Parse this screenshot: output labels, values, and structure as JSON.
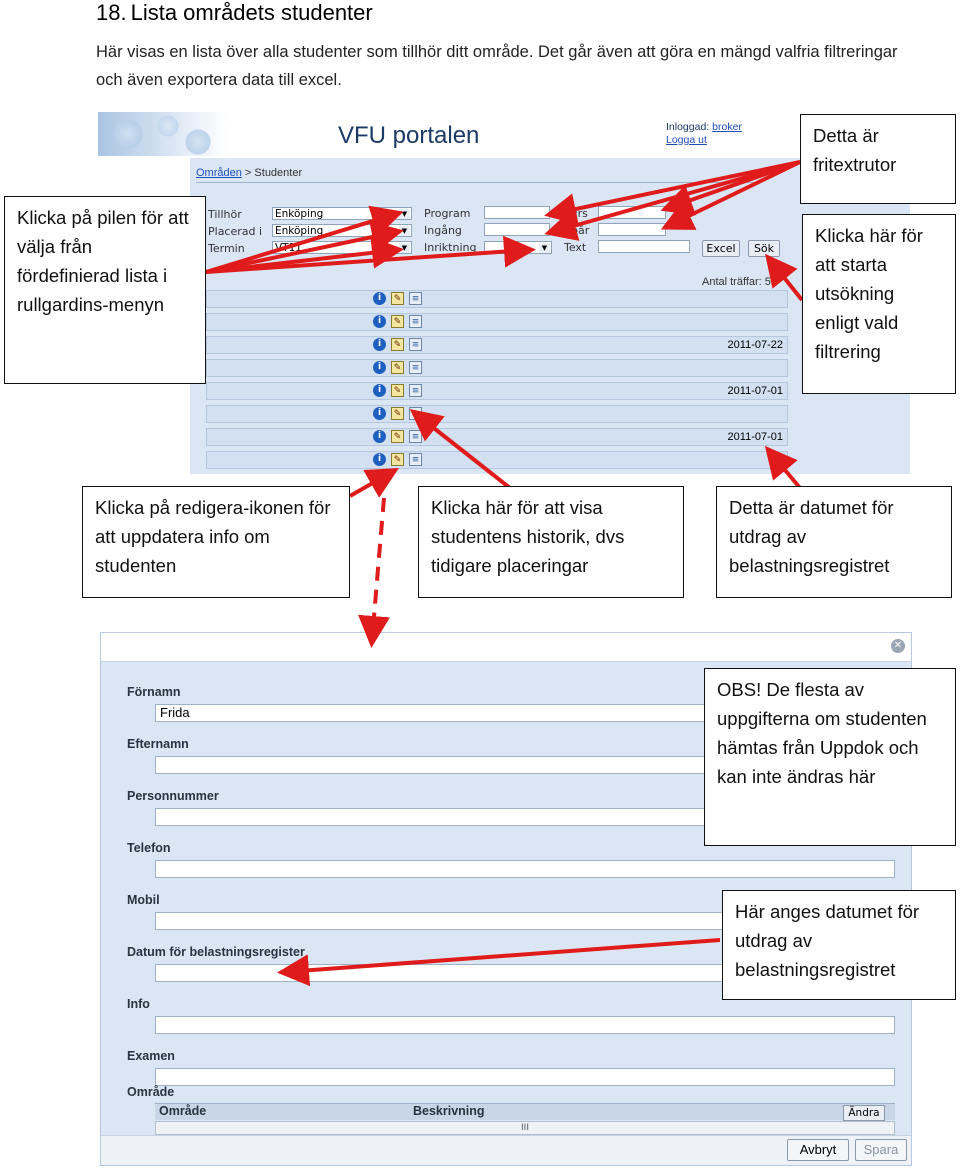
{
  "heading": {
    "number": "18.",
    "title": "Lista områdets studenter"
  },
  "intro": "Här visas en lista över alla studenter som tillhör ditt område. Det går även att göra en mängd valfria filtreringar och även exportera data till excel.",
  "list_screen": {
    "app_title": "VFU portalen",
    "logged_in_label": "Inloggad:",
    "logged_in_user": "broker",
    "logout": "Logga ut",
    "breadcrumb_link": "Områden",
    "breadcrumb_sep": ">",
    "breadcrumb_current": "Studenter",
    "filters": {
      "tillhor_label": "Tillhör",
      "tillhor_value": "Enköping",
      "placerad_label": "Placerad i",
      "placerad_value": "Enköping",
      "termin_label": "Termin",
      "termin_value": "VT11",
      "program_label": "Program",
      "ingang_label": "Ingång",
      "inriktning_label": "Inriktning",
      "kurs_label": "Kurs",
      "spar_label": "Spår",
      "text_label": "Text",
      "excel_button": "Excel",
      "sok_button": "Sök"
    },
    "hit_count_label": "Antal träffar: 57",
    "rows": [
      {
        "date": ""
      },
      {
        "date": ""
      },
      {
        "date": "2011-07-22"
      },
      {
        "date": ""
      },
      {
        "date": "2011-07-01"
      },
      {
        "date": ""
      },
      {
        "date": "2011-07-01"
      },
      {
        "date": ""
      }
    ]
  },
  "form_screen": {
    "fields": [
      {
        "label": "Förnamn",
        "value": "Frida"
      },
      {
        "label": "Efternamn",
        "value": ""
      },
      {
        "label": "Personnummer",
        "value": ""
      },
      {
        "label": "Telefon",
        "value": ""
      },
      {
        "label": "Mobil",
        "value": ""
      },
      {
        "label": "Datum för belastningsregister",
        "value": ""
      },
      {
        "label": "Info",
        "value": ""
      },
      {
        "label": "Examen",
        "value": ""
      }
    ],
    "omrade_label": "Område",
    "grid_col1": "Område",
    "grid_col2": "Beskrivning",
    "andra_button": "Ändra",
    "scroll_grip": "III",
    "cancel_button": "Avbryt",
    "save_button": "Spara"
  },
  "callouts": {
    "fritext": "Detta är fritextrutor",
    "pilen": "Klicka på pilen för att välja från fördefinierad lista i rullgardins-menyn",
    "sok": "Klicka här för att starta utsökning enligt vald filtrering",
    "redigera": "Klicka på redigera-ikonen för att uppdatera info om studenten",
    "historik": "Klicka här för att visa studentens historik, dvs tidigare placeringar",
    "datum": "Detta är datumet för utdrag av belastningsregistret",
    "obs": "OBS! De flesta av uppgifterna om studenten hämtas från Uppdok och kan inte ändras här",
    "anges": "Här anges datumet för utdrag av belastningsregistret"
  },
  "colors": {
    "arrow": "#e01b1b",
    "panel": "#dbe6f4",
    "row": "#d2e0f1"
  }
}
